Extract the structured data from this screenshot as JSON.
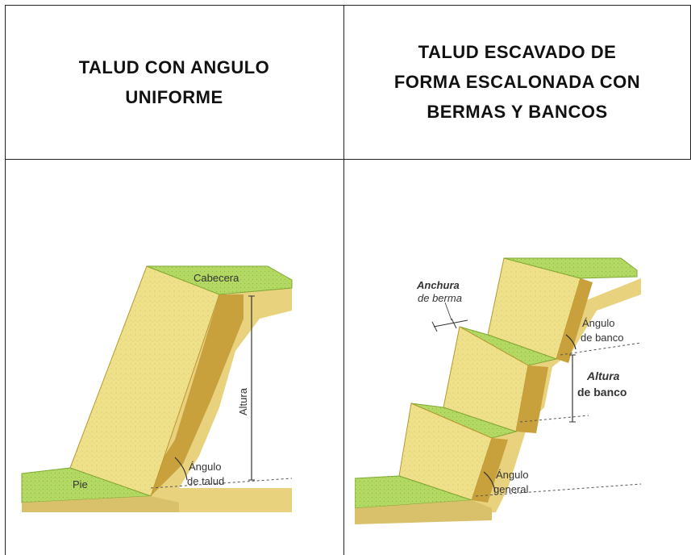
{
  "table": {
    "header_left": [
      "TALUD CON ANGULO",
      "UNIFORME"
    ],
    "header_right": [
      "TALUD ESCAVADO DE",
      "FORMA ESCALONADA CON",
      "BERMAS Y BANCOS"
    ]
  },
  "left_diagram": {
    "cabecera": "Cabecera",
    "altura": "Altura",
    "pie": "Pie",
    "angulo_line1": "Ángulo",
    "angulo_line2": "de talud"
  },
  "right_diagram": {
    "anchura_line1": "Anchura",
    "anchura_line2": "de berma",
    "angulo_banco_line1": "Ángulo",
    "angulo_banco_line2": "de banco",
    "altura_banco_line1": "Altura",
    "altura_banco_line2": "de banco",
    "angulo_general_line1": "Ángulo",
    "angulo_general_line2": "general"
  },
  "colors": {
    "face": "#efe08a",
    "side": "#c9a13c",
    "top": "#aed65a",
    "ground": "#e6d27a"
  }
}
